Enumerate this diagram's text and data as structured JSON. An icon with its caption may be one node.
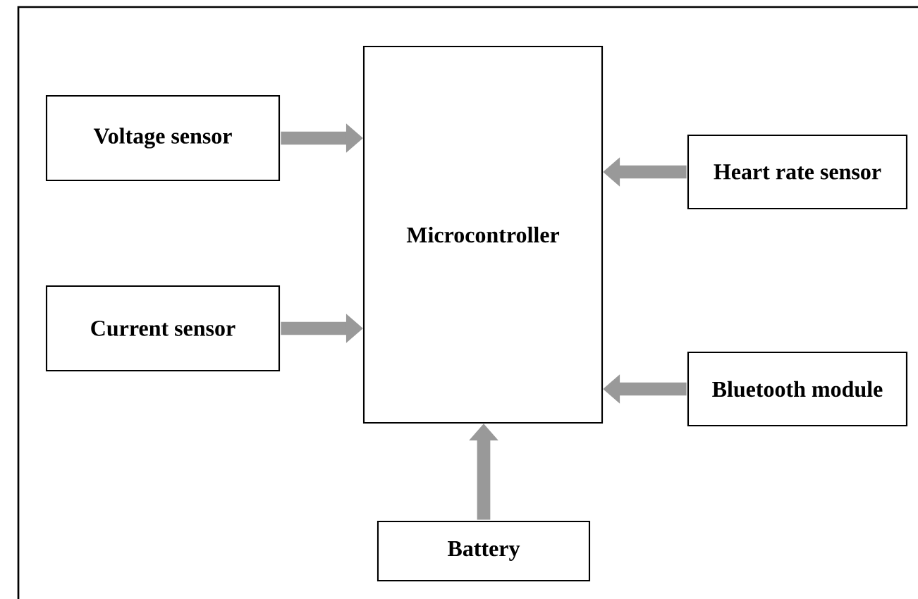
{
  "diagram": {
    "nodes": [
      {
        "text": [
          "Voltage sensor"
        ]
      },
      {
        "text": [
          "Current sensor"
        ]
      },
      {
        "text": [
          "Microcontroller"
        ]
      },
      {
        "text": [
          "Heart rate sensor"
        ]
      },
      {
        "text": [
          "Bluetooth module"
        ]
      },
      {
        "text": [
          "Battery"
        ]
      }
    ],
    "edges": [
      {
        "from": 0,
        "to": 2,
        "arrow": "to"
      },
      {
        "from": 1,
        "to": 2,
        "arrow": "to"
      },
      {
        "from": 3,
        "to": 2,
        "arrow": "to"
      },
      {
        "from": 4,
        "to": 2,
        "arrow": "to"
      },
      {
        "from": 5,
        "to": 2,
        "arrow": "to"
      }
    ]
  }
}
